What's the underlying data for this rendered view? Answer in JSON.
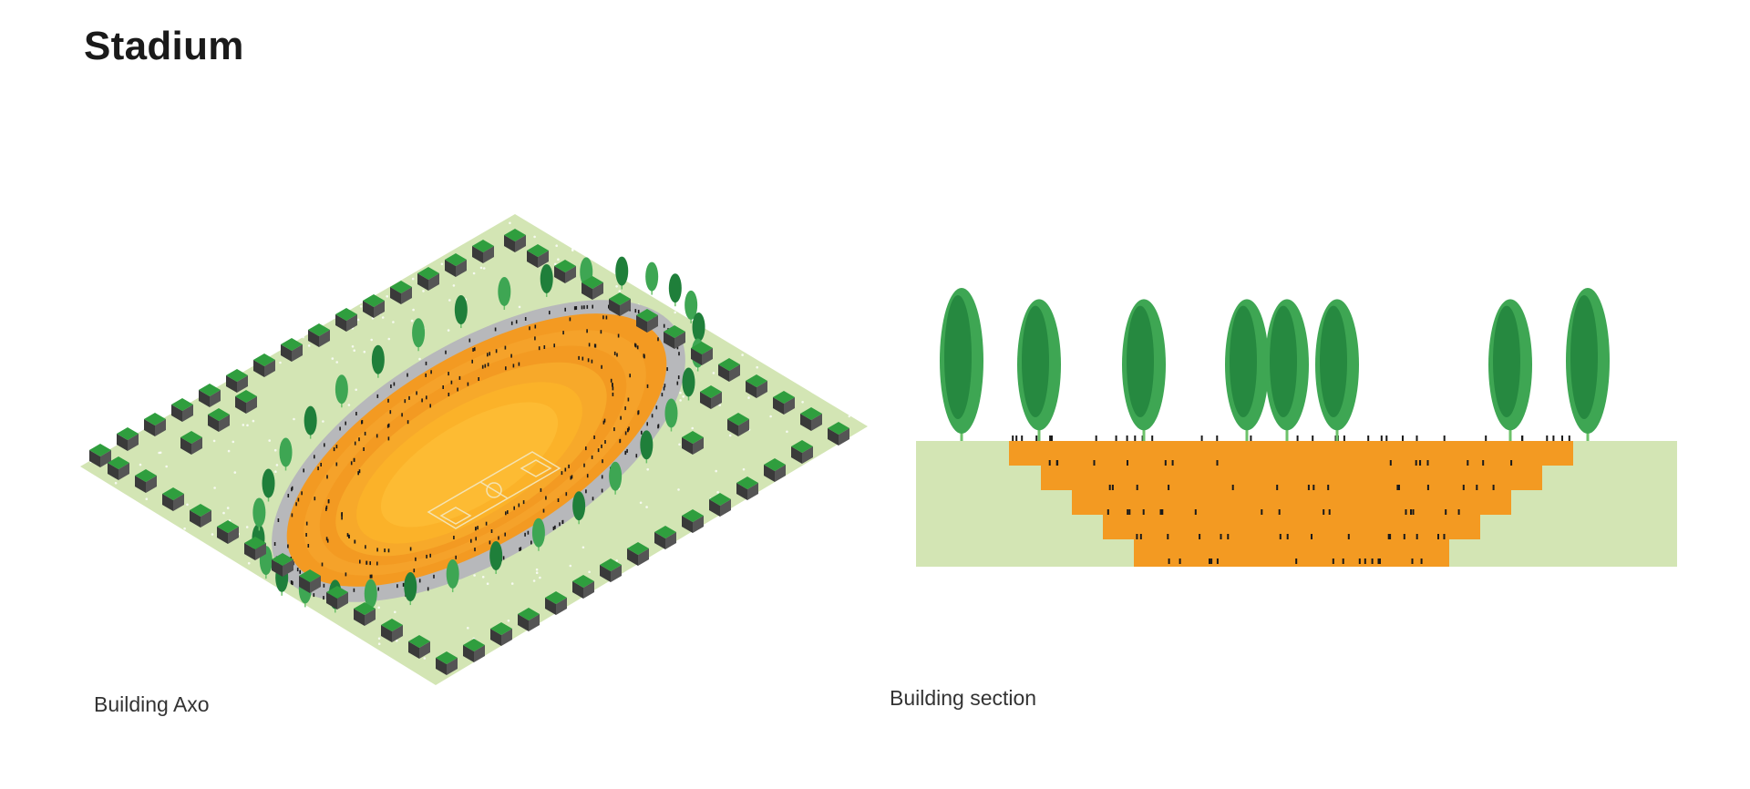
{
  "page": {
    "title": "Stadium"
  },
  "captions": {
    "axo": "Building Axo",
    "section": "Building section"
  },
  "colors": {
    "ground": "#d3e5b4",
    "ground_dot": "#ffffff",
    "orange": "#f39a22",
    "orange_light": "#fbb229",
    "orange_mid": "#f5a22a",
    "concourse": "#b7b8bb",
    "tree_dark": "#1f7f3a",
    "tree_light": "#3ea653",
    "trunk": "#6cc26a",
    "building_top": "#2f9e3e",
    "building_side": "#3a3a3a",
    "people": "#1a1a1a",
    "pitch_line": "#f4e3b2"
  },
  "icons": {
    "tree": "tree-icon",
    "building": "building-icon",
    "person": "person-icon"
  }
}
